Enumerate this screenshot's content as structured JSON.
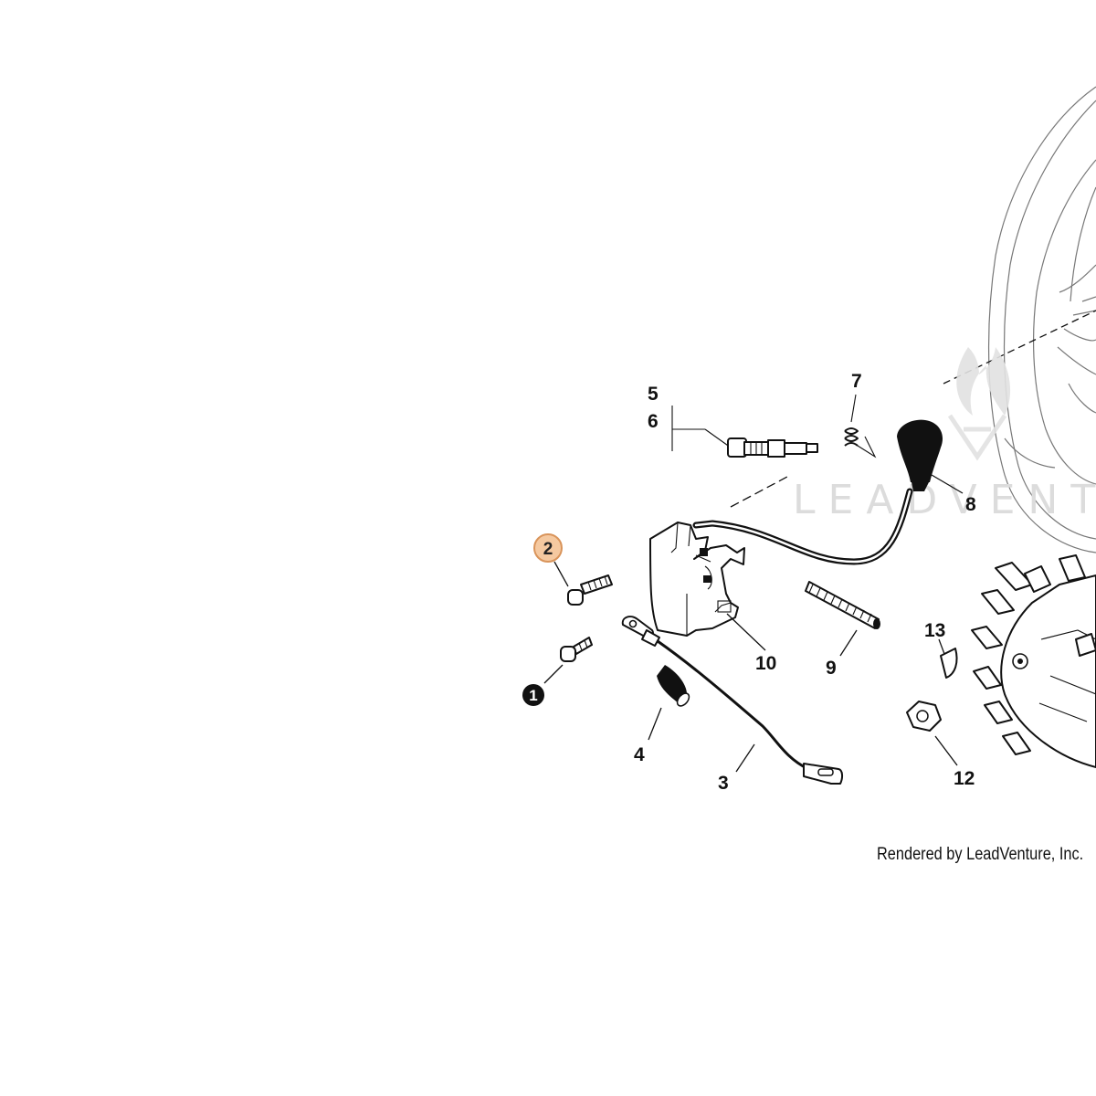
{
  "diagram": {
    "callouts": [
      {
        "id": "1",
        "label": "1",
        "style": "filled-black"
      },
      {
        "id": "2",
        "label": "2",
        "style": "highlighted"
      },
      {
        "id": "3",
        "label": "3",
        "style": "plain"
      },
      {
        "id": "4",
        "label": "4",
        "style": "plain"
      },
      {
        "id": "5",
        "label": "5",
        "style": "plain"
      },
      {
        "id": "6",
        "label": "6",
        "style": "plain"
      },
      {
        "id": "7",
        "label": "7",
        "style": "plain"
      },
      {
        "id": "8",
        "label": "8",
        "style": "plain"
      },
      {
        "id": "9",
        "label": "9",
        "style": "plain"
      },
      {
        "id": "10",
        "label": "10",
        "style": "plain"
      },
      {
        "id": "12",
        "label": "12",
        "style": "plain"
      },
      {
        "id": "13",
        "label": "13",
        "style": "plain"
      }
    ],
    "watermark": "LEADVENTURE",
    "credit": "Rendered by LeadVenture, Inc.",
    "colors": {
      "highlight_fill": "#f5c9a0",
      "highlight_stroke": "#d9945a",
      "ink": "#111111",
      "watermark": "#dcdcdc"
    }
  }
}
